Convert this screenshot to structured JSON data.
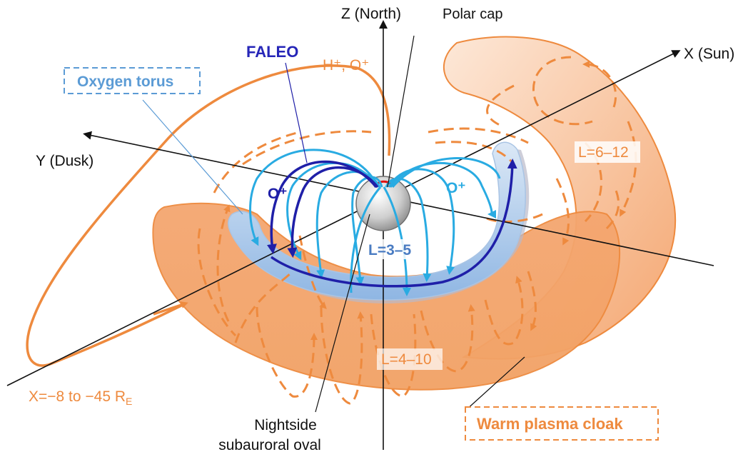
{
  "axes": {
    "z_label": "Z (North)",
    "x_label": "X (Sun)",
    "y_label": "Y (Dusk)"
  },
  "labels": {
    "polar_cap": "Polar cap",
    "faleo": "FALEO",
    "ions_top": "H⁺, O⁺",
    "oxygen_torus": "Oxygen torus",
    "o_plus_left": "O⁺",
    "o_plus_right": "O⁺",
    "l_inner": "L=3–5",
    "l_outer_right": "L=6–12",
    "l_lower": "L=4–10",
    "tail_distance": "X=−8 to −45 R",
    "tail_distance_sub": "E",
    "nightside_line1": "Nightside",
    "nightside_line2": "subauroral oval",
    "warm_plasma_cloak": "Warm plasma cloak"
  },
  "colors": {
    "cloak_orange": "#ee8a3e",
    "cloak_fill": "#f5b78a",
    "torus_light": "#9cc4ea",
    "fieldline_light": "#29abe2",
    "fieldline_dark": "#1f1fa8",
    "oxygen_label": "#5b9bd5",
    "faleo_label": "#2626b8"
  }
}
